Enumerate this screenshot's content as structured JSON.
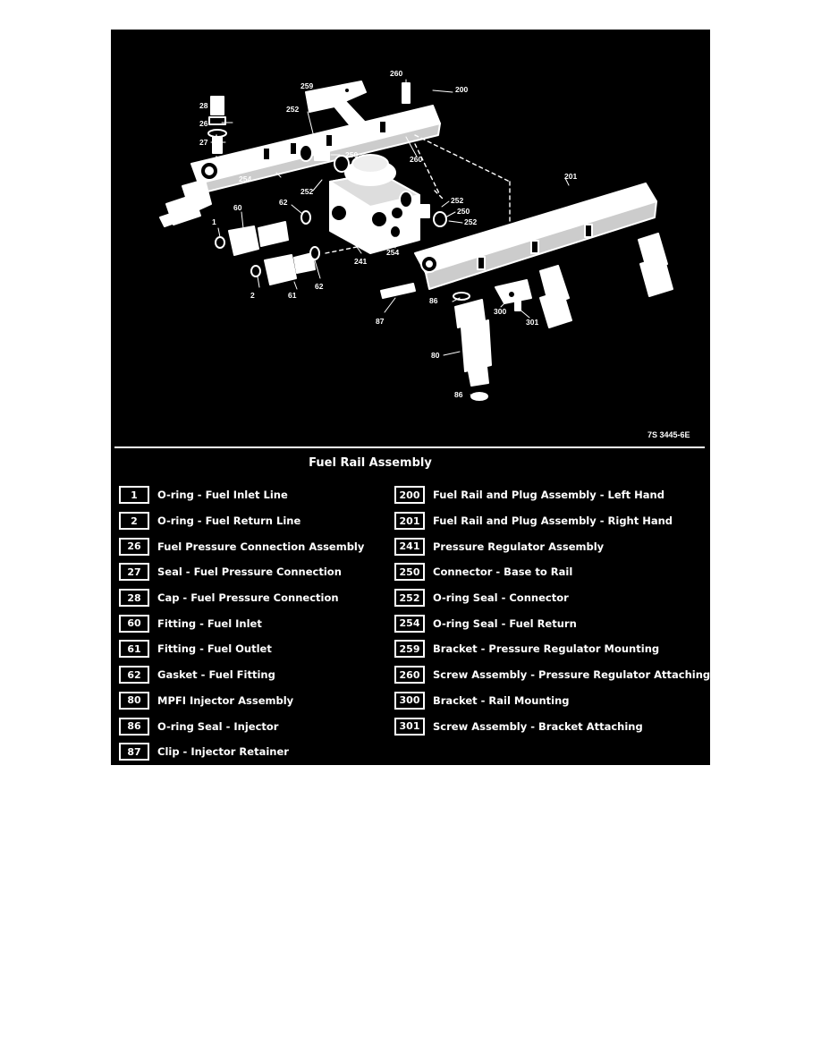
{
  "figure_code": "7S 3445-6E",
  "title": "Fuel Rail Assembly",
  "callouts": {
    "c28": "28",
    "c26": "26",
    "c27": "27",
    "c259": "259",
    "c260a": "260",
    "c200": "200",
    "c252a": "252",
    "c250a": "250",
    "c260b": "260",
    "c254a": "254",
    "c252b": "252",
    "c62a": "62",
    "c60": "60",
    "c1": "1",
    "c2": "2",
    "c61": "61",
    "c62b": "62",
    "c241": "241",
    "c254b": "254",
    "c252c": "252",
    "c250b": "250",
    "c252d": "252",
    "c201": "201",
    "c87": "87",
    "c86a": "86",
    "c300": "300",
    "c301": "301",
    "c80": "80",
    "c86b": "86"
  },
  "legend_left": [
    {
      "num": "1",
      "label": "O-ring - Fuel Inlet Line"
    },
    {
      "num": "2",
      "label": "O-ring - Fuel Return Line"
    },
    {
      "num": "26",
      "label": "Fuel Pressure Connection Assembly"
    },
    {
      "num": "27",
      "label": "Seal - Fuel Pressure Connection"
    },
    {
      "num": "28",
      "label": "Cap - Fuel Pressure Connection"
    },
    {
      "num": "60",
      "label": "Fitting - Fuel Inlet"
    },
    {
      "num": "61",
      "label": "Fitting - Fuel Outlet"
    },
    {
      "num": "62",
      "label": "Gasket - Fuel Fitting"
    },
    {
      "num": "80",
      "label": "MPFI Injector Assembly"
    },
    {
      "num": "86",
      "label": "O-ring Seal - Injector"
    },
    {
      "num": "87",
      "label": "Clip - Injector Retainer"
    }
  ],
  "legend_right": [
    {
      "num": "200",
      "label": "Fuel Rail and Plug Assembly - Left Hand"
    },
    {
      "num": "201",
      "label": "Fuel Rail and Plug Assembly - Right Hand"
    },
    {
      "num": "241",
      "label": "Pressure Regulator Assembly"
    },
    {
      "num": "250",
      "label": "Connector - Base to Rail"
    },
    {
      "num": "252",
      "label": "O-ring Seal - Connector"
    },
    {
      "num": "254",
      "label": "O-ring Seal - Fuel  Return"
    },
    {
      "num": "259",
      "label": "Bracket - Pressure Regulator Mounting"
    },
    {
      "num": "260",
      "label": "Screw Assembly - Pressure Regulator Attaching"
    },
    {
      "num": "300",
      "label": "Bracket - Rail Mounting"
    },
    {
      "num": "301",
      "label": "Screw Assembly - Bracket Attaching"
    }
  ]
}
